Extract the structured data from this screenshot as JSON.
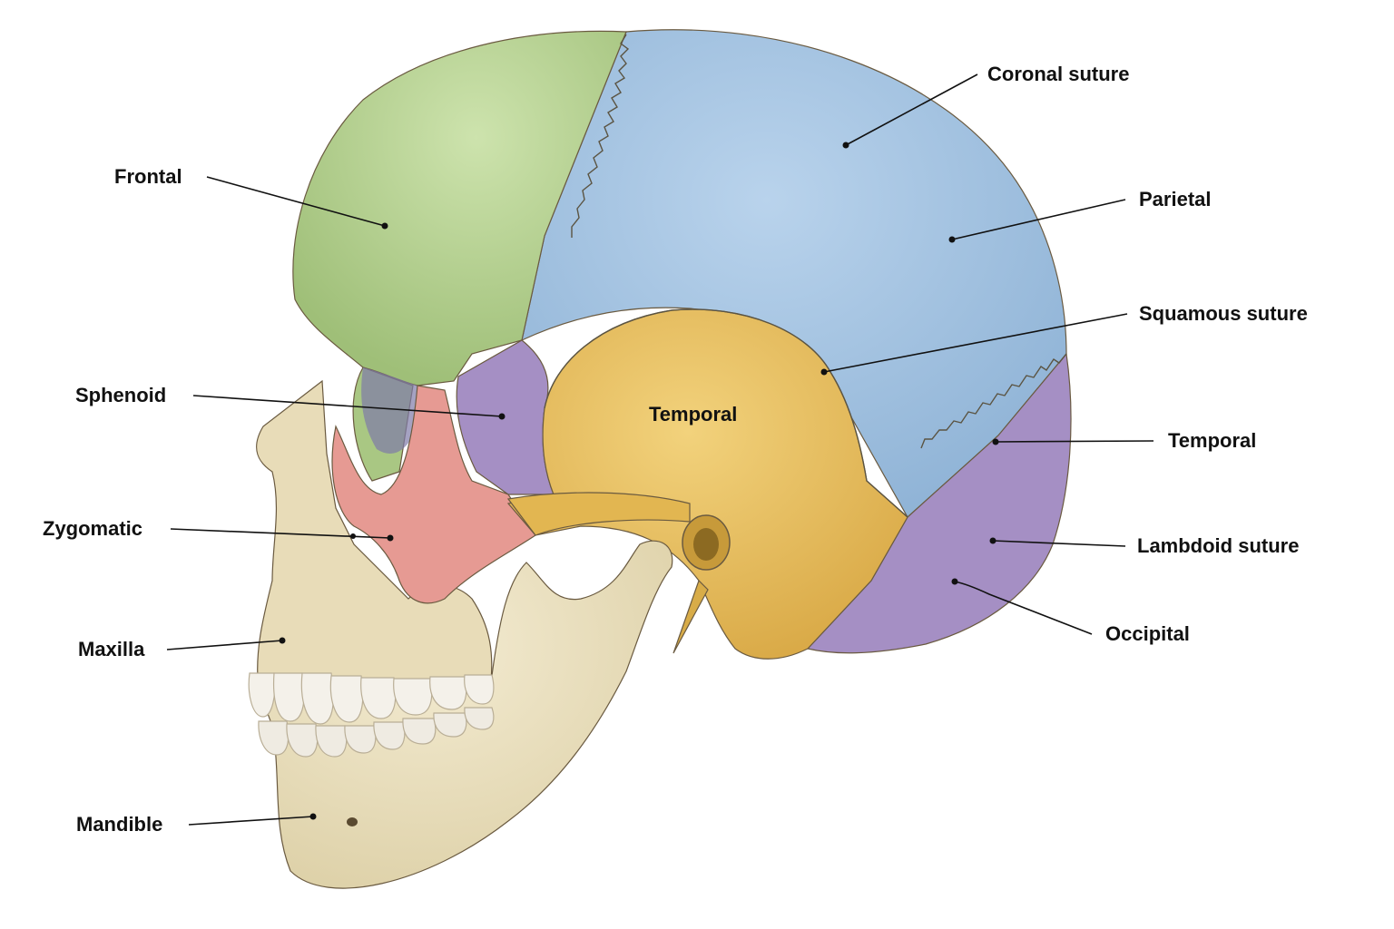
{
  "colors": {
    "frontal": "#b5d18f",
    "parietal": "#9ec0df",
    "temporal": "#e9c15e",
    "sphenoid": "#a58fc4",
    "occipital": "#a58fc4",
    "zygomatic": "#e69a93",
    "face_bone": "#e8dcb8",
    "mandible": "#ece3c6",
    "teeth": "#f4f1ea"
  },
  "labels": {
    "frontal": "Frontal",
    "sphenoid": "Sphenoid",
    "zygomatic": "Zygomatic",
    "maxilla": "Maxilla",
    "mandible": "Mandible",
    "coronal_suture": "Coronal suture",
    "parietal": "Parietal",
    "squamous_suture": "Squamous suture",
    "temporal_right": "Temporal",
    "lambdoid_suture": "Lambdoid suture",
    "occipital": "Occipital",
    "temporal_center": "Temporal"
  }
}
